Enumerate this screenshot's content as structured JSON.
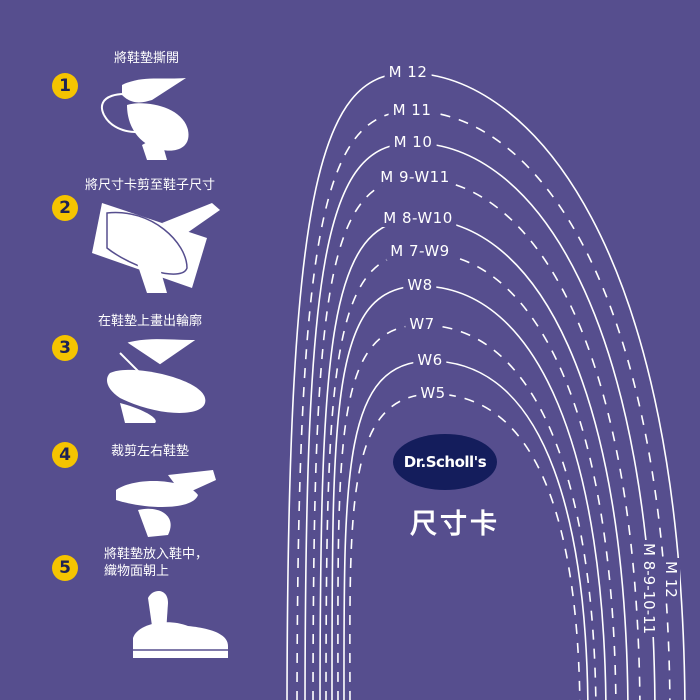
{
  "steps": [
    {
      "number": "1",
      "label": "將鞋墊撕開"
    },
    {
      "number": "2",
      "label": "將尺寸卡剪至鞋子尺寸"
    },
    {
      "number": "3",
      "label": "在鞋墊上畫出輪廓"
    },
    {
      "number": "4",
      "label": "裁剪左右鞋墊"
    },
    {
      "number": "5",
      "label": "將鞋墊放入鞋中，\n織物面朝上"
    }
  ],
  "sizes": [
    "M 12",
    "M 11",
    "M 10",
    "M 9-W11",
    "M 8-W10",
    "M 7-W9",
    "W8",
    "W7",
    "W6",
    "W5"
  ],
  "side_sizes": [
    "M 12",
    "M 8-9-10-11"
  ],
  "brand": "Dr.Scholl's",
  "title": "尺寸卡",
  "colors": {
    "background": "#564e8e",
    "badge": "#f5c400",
    "logo": "#141d5c"
  }
}
